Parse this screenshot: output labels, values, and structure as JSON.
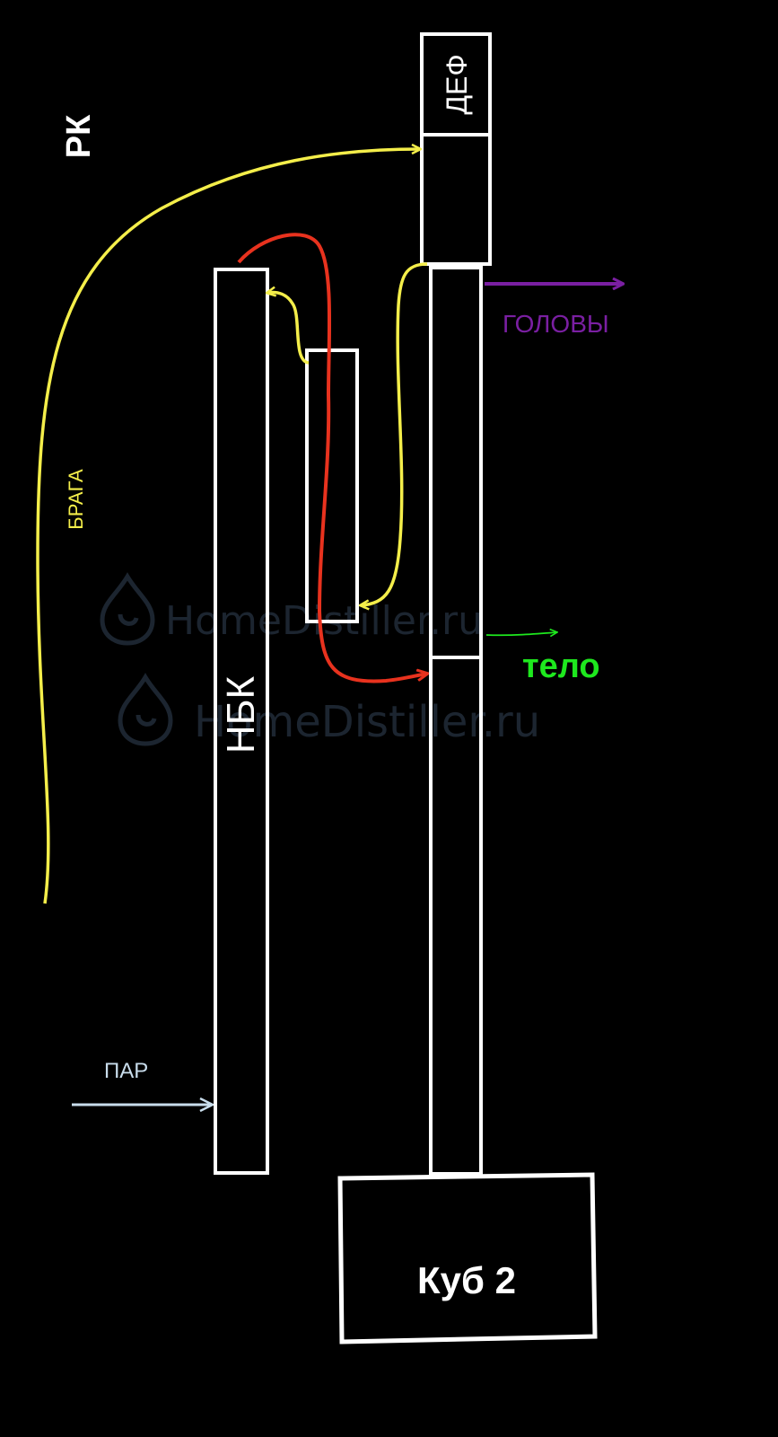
{
  "labels": {
    "rk": "РК",
    "def": "ДЕФ",
    "braga": "БРАГА",
    "golovy": "ГОЛОВЫ",
    "nbk": "НБК",
    "telo": "тело",
    "par": "ПАР",
    "kub": "Куб 2"
  },
  "watermark": {
    "text": "HomeDistiller.ru"
  },
  "colors": {
    "background": "#000000",
    "outline": "#ffffff",
    "braga_line": "#f4ee4a",
    "vapor_line": "#e8321e",
    "golovy": "#7a1fa2",
    "telo": "#1ee81e",
    "par": "#c8dceb",
    "watermark": "#1c2530"
  }
}
